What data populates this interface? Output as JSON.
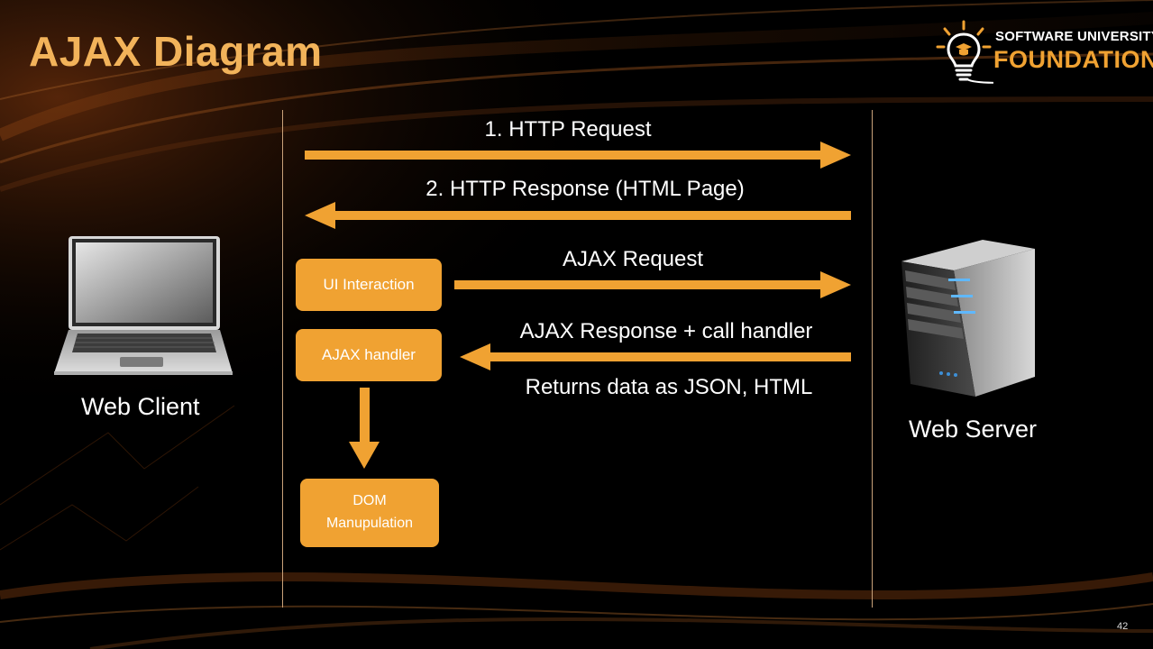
{
  "slide": {
    "title": "AJAX Diagram",
    "page_number": "42"
  },
  "logo": {
    "line1": "SOFTWARE UNIVERSITY",
    "line2": "FOUNDATION"
  },
  "client": {
    "label": "Web Client"
  },
  "server": {
    "label": "Web Server"
  },
  "arrows": {
    "http_request": "1. HTTP Request",
    "http_response": "2. HTTP Response (HTML Page)",
    "ajax_request": "AJAX Request",
    "ajax_response": "AJAX Response + call handler",
    "returns_data": "Returns data as JSON, HTML"
  },
  "boxes": {
    "ui_interaction": "UI Interaction",
    "ajax_handler": "AJAX handler",
    "dom_line1": "DOM",
    "dom_line2": "Manupulation"
  },
  "colors": {
    "accent": "#F0A232",
    "title": "#F2B35A",
    "background": "#000000"
  }
}
